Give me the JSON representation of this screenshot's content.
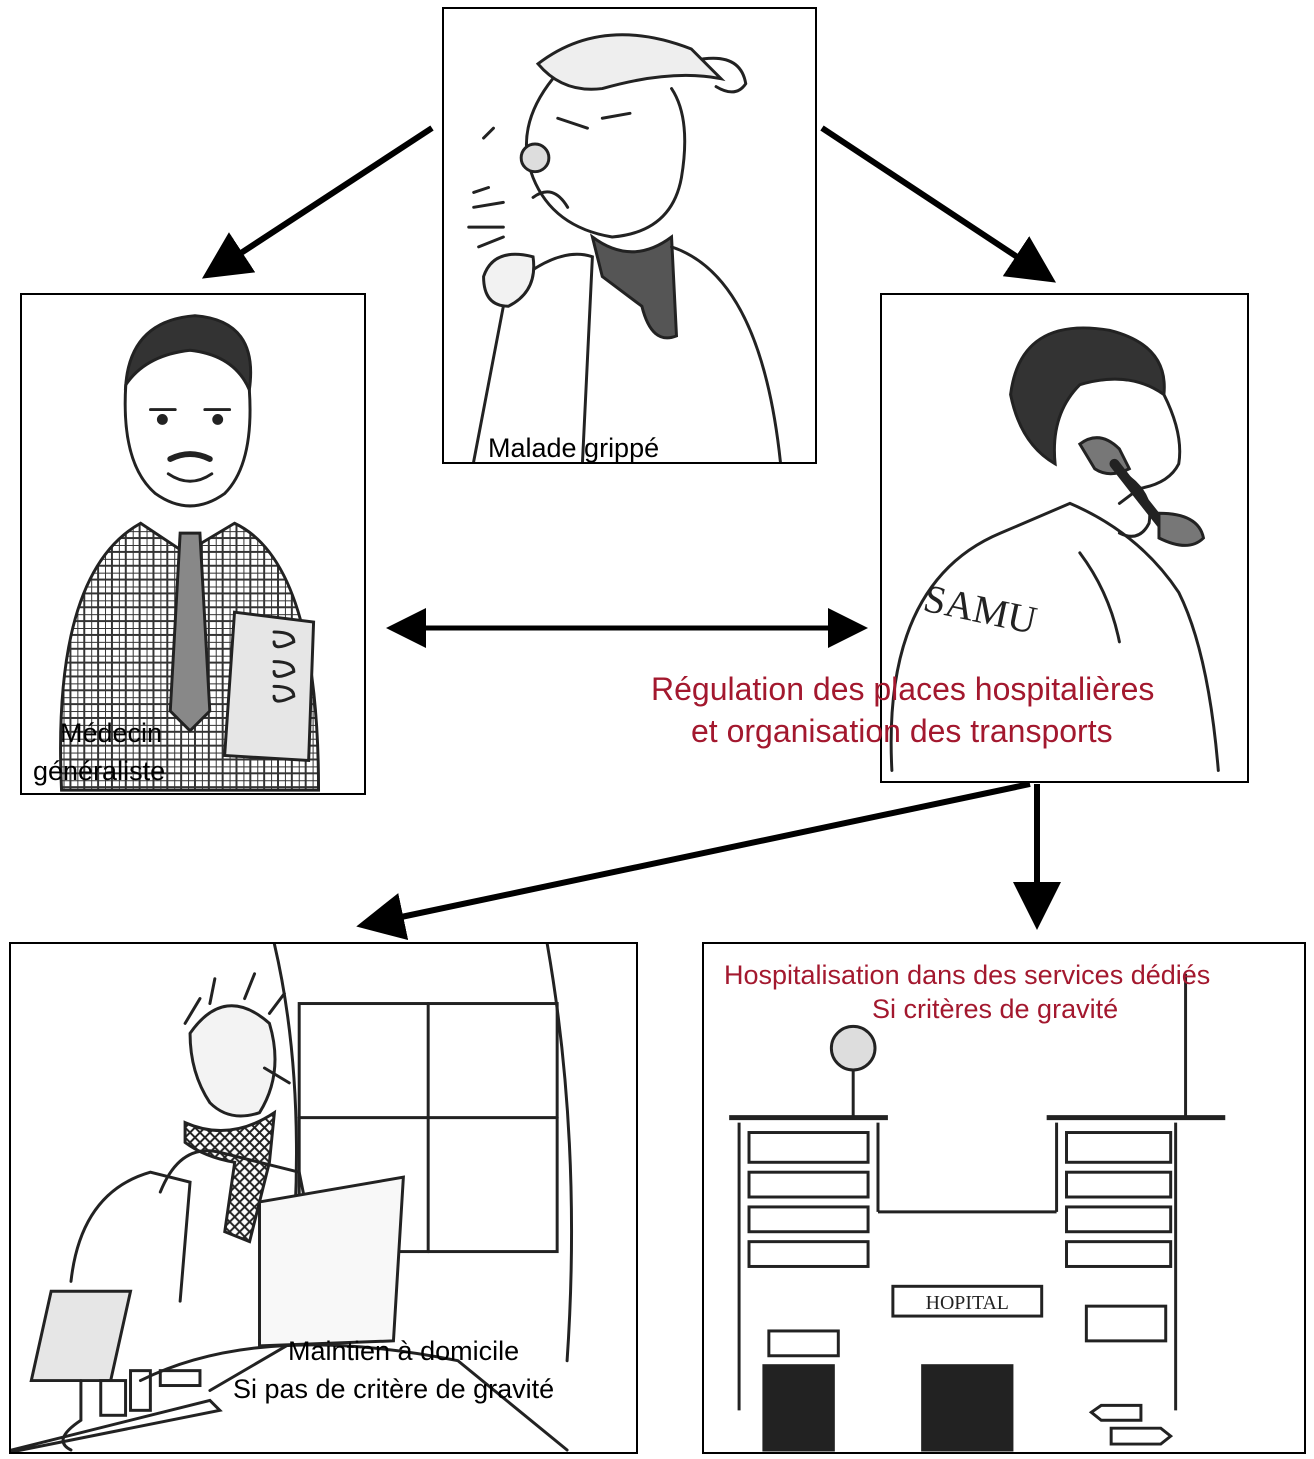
{
  "panels": {
    "patient": {
      "caption": "Malade grippé"
    },
    "doctor": {
      "caption_line1": "Médecin",
      "caption_line2": "généraliste"
    },
    "samu": {
      "badge": "SAMU",
      "caption_line1": "Régulation des places hospitalières",
      "caption_line2": "et organisation des transports"
    },
    "home": {
      "caption_line1": "Maintien à domicile",
      "caption_line2": "Si pas de critère de gravité"
    },
    "hospital": {
      "sign": "HOPITAL",
      "caption_line1": "Hospitalisation dans des services dédiés",
      "caption_line2": "Si critères de gravité"
    }
  },
  "colors": {
    "accent_text": "#a3182e",
    "lines": "#000000"
  }
}
